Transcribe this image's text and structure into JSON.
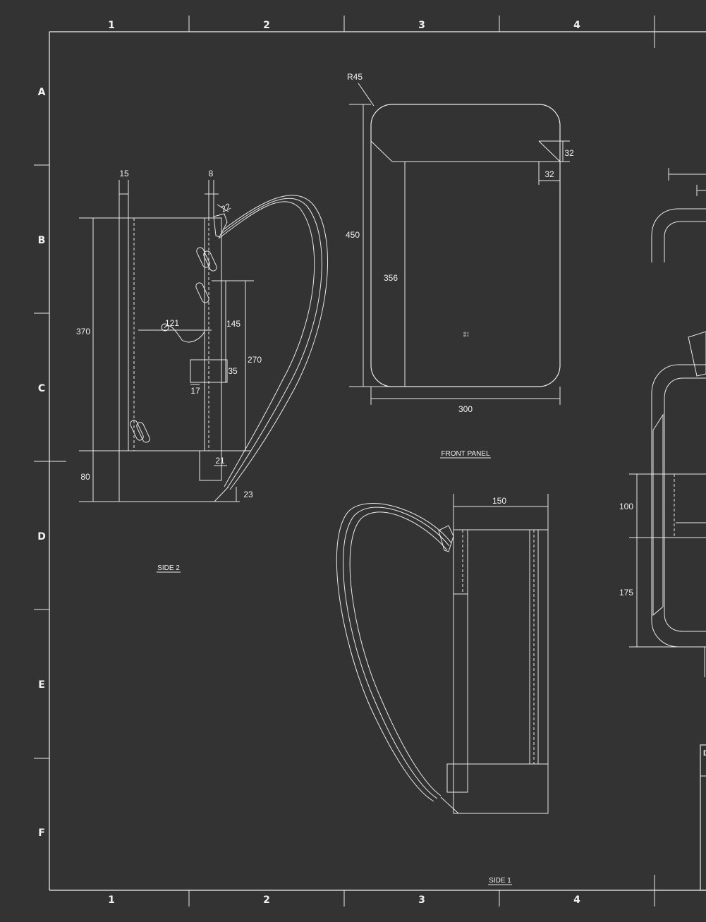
{
  "grid": {
    "columns": [
      "1",
      "2",
      "3",
      "4"
    ],
    "rows": [
      "A",
      "B",
      "C",
      "D",
      "E",
      "F"
    ]
  },
  "views": {
    "side2": {
      "caption": "SIDE 2",
      "dims": {
        "d15": "15",
        "d8": "8",
        "d22": "22",
        "d370": "370",
        "d121": "121",
        "d145": "145",
        "d270": "270",
        "d35": "35",
        "d17": "17",
        "d21": "21",
        "d80": "80",
        "d23": "23"
      }
    },
    "front_panel": {
      "caption": "FRONT PANEL",
      "dims": {
        "r45": "R45",
        "d32a": "32",
        "d32b": "32",
        "d450": "450",
        "d356": "356",
        "d300": "300"
      }
    },
    "side1": {
      "caption": "SIDE 1",
      "dims": {
        "d150": "150"
      }
    },
    "back_partial": {
      "dims": {
        "d100": "100",
        "d175": "175"
      }
    }
  },
  "title_block": {
    "letter": "D"
  }
}
